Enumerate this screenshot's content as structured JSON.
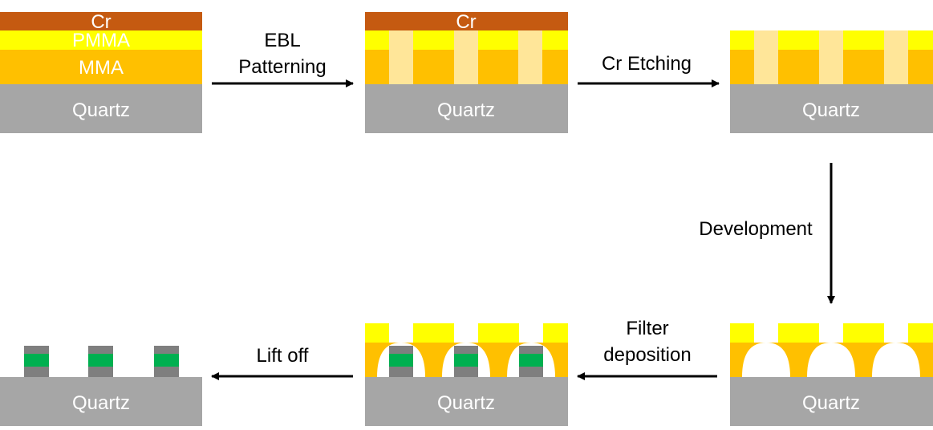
{
  "colors": {
    "quartz": "#a6a6a6",
    "cr": "#c55a11",
    "pmma": "#ffff00",
    "mma": "#ffc000",
    "exposed": "#ffe699",
    "filter_green": "#00b050",
    "filter_gray": "#7f7f7f",
    "text_white": "#ffffff",
    "arrow": "#000000"
  },
  "layers": {
    "cr": "Cr",
    "pmma": "PMMA",
    "mma": "MMA",
    "quartz": "Quartz"
  },
  "steps": {
    "ebl_line1": "EBL",
    "ebl_line2": "Patterning",
    "cr_etching": "Cr Etching",
    "development": "Development",
    "filter_line1": "Filter",
    "filter_line2": "deposition",
    "lift_off": "Lift off"
  },
  "arrows": [
    {
      "name": "arrow-ebl-patterning",
      "direction": "right"
    },
    {
      "name": "arrow-cr-etching",
      "direction": "right"
    },
    {
      "name": "arrow-development",
      "direction": "down"
    },
    {
      "name": "arrow-filter-deposition",
      "direction": "left"
    },
    {
      "name": "arrow-lift-off",
      "direction": "left"
    }
  ]
}
